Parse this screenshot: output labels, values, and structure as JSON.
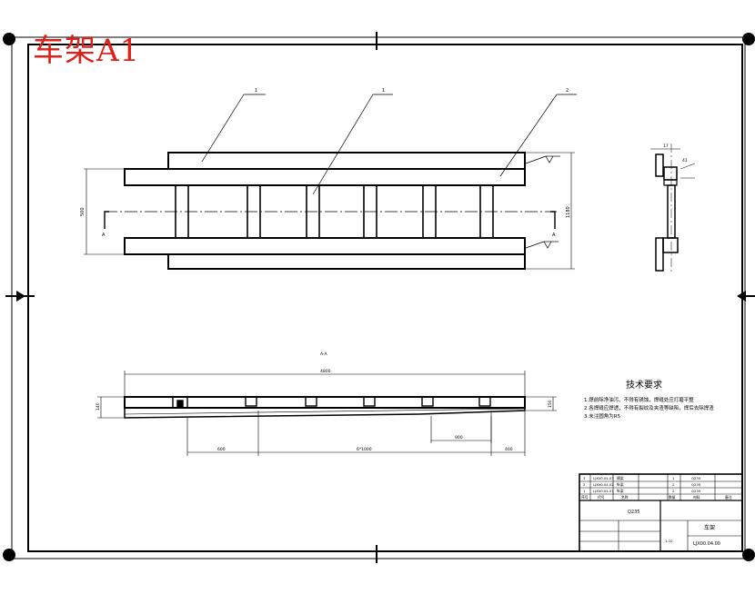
{
  "watermark": "车架A1",
  "balloons": [
    "1",
    "1",
    "2"
  ],
  "section_marks": {
    "left": "A",
    "right": "A",
    "view_label": "A-A"
  },
  "dimensions": {
    "top_left": "500",
    "top_right": "1180",
    "side_top": "17",
    "side_right": "41",
    "section_overall": "4800",
    "section_height": "140",
    "section_right": "150",
    "bottom_left": "600",
    "bottom_middle": "6*1000",
    "bottom_right": "400",
    "bottom_sub": "900"
  },
  "tech_requirements": {
    "title": "技术要求",
    "items": [
      "1.焊前除净油污、不得有锈蚀，焊缝处应打磨平整",
      "2.各焊缝应焊透，不得有裂纹及夹渣等缺陷，焊后去除焊渣",
      "3.未注圆角为R5"
    ]
  },
  "title_block": {
    "parts": [
      {
        "no": "3",
        "code": "LJX00.04.03",
        "name": "横梁",
        "qty": "1",
        "material": "Q235"
      },
      {
        "no": "2",
        "code": "LJX00.04.02",
        "name": "纵梁",
        "qty": "2",
        "material": "Q235"
      },
      {
        "no": "1",
        "code": "LJX00.04.01",
        "name": "纵梁",
        "qty": "2",
        "material": "Q235"
      }
    ],
    "header": [
      "序号",
      "代号",
      "名称",
      "数量",
      "材料",
      "备注"
    ],
    "material": "Q235",
    "drawing_name": "车架",
    "drawing_no": "LJX00.04.00",
    "scale": "1:10"
  }
}
